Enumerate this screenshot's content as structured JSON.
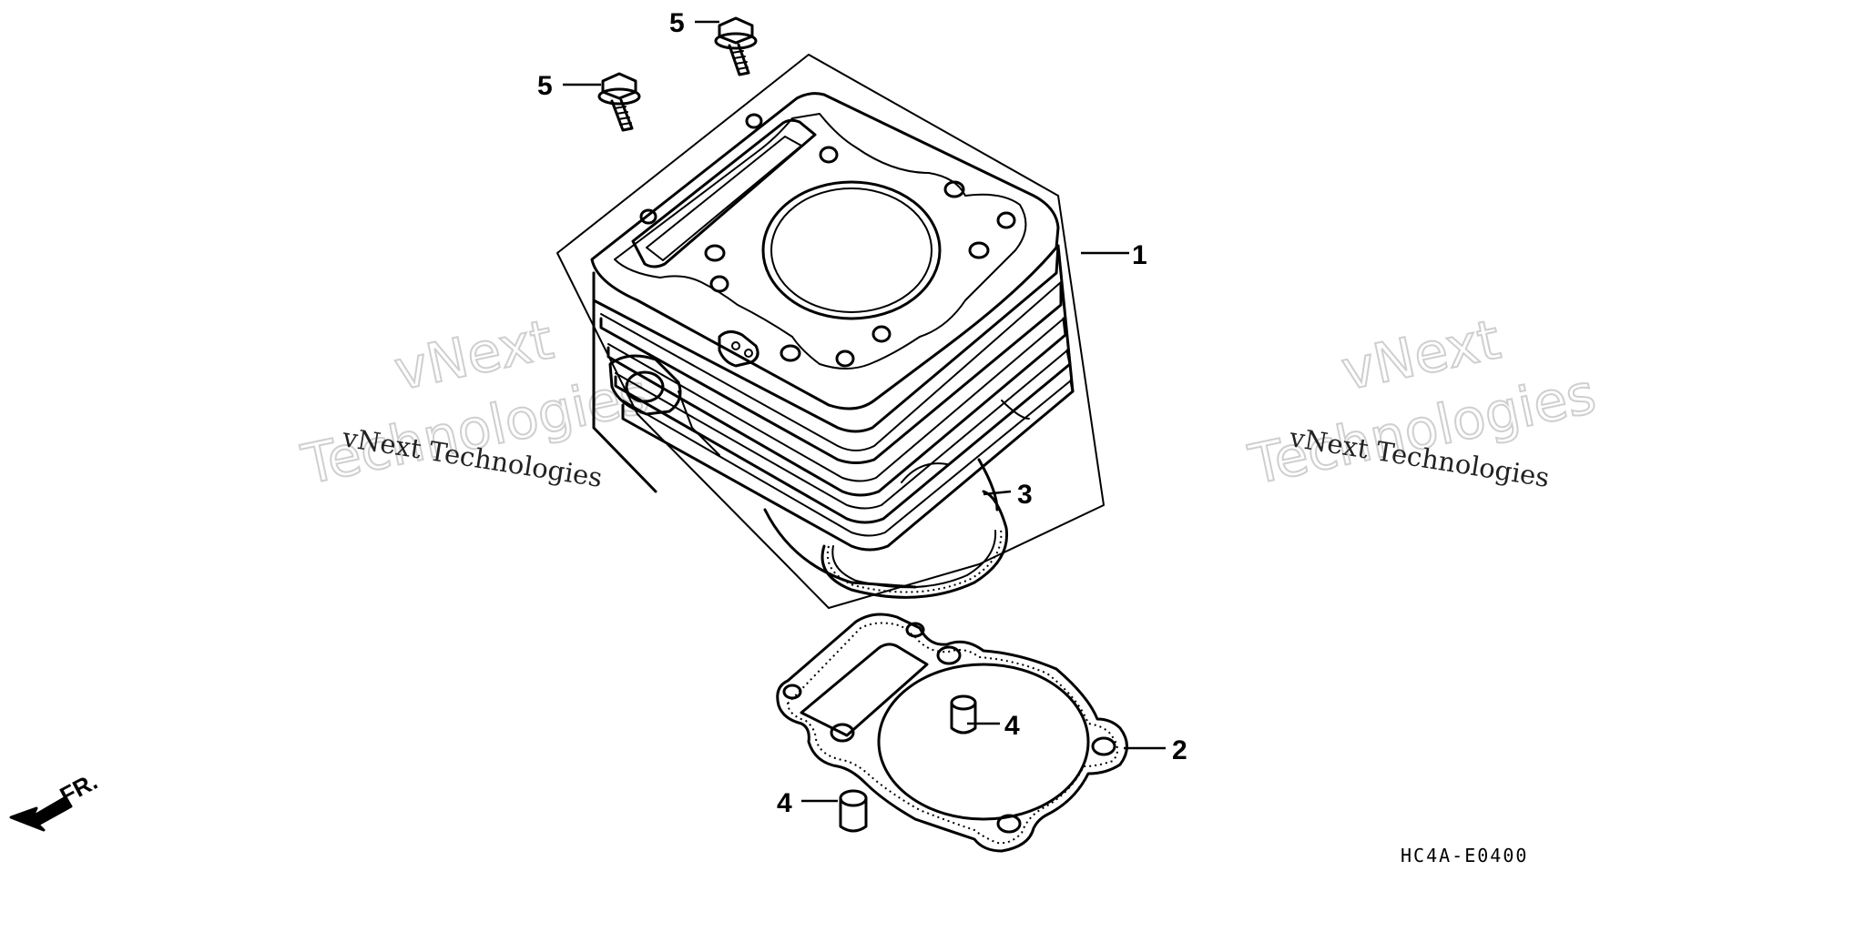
{
  "diagram": {
    "callouts": {
      "p1": "1",
      "p2": "2",
      "p3": "3",
      "p4a": "4",
      "p4b": "4",
      "p5a": "5",
      "p5b": "5"
    },
    "diagram_code": "HC4A-E0400",
    "front_marker": "FR."
  },
  "watermarks": {
    "left_small": "vNext Technologies",
    "left_big_1": "vNext",
    "left_big_2": "Technologies",
    "right_small": "vNext Technologies",
    "right_big_1": "vNext",
    "right_big_2": "Technologies"
  }
}
